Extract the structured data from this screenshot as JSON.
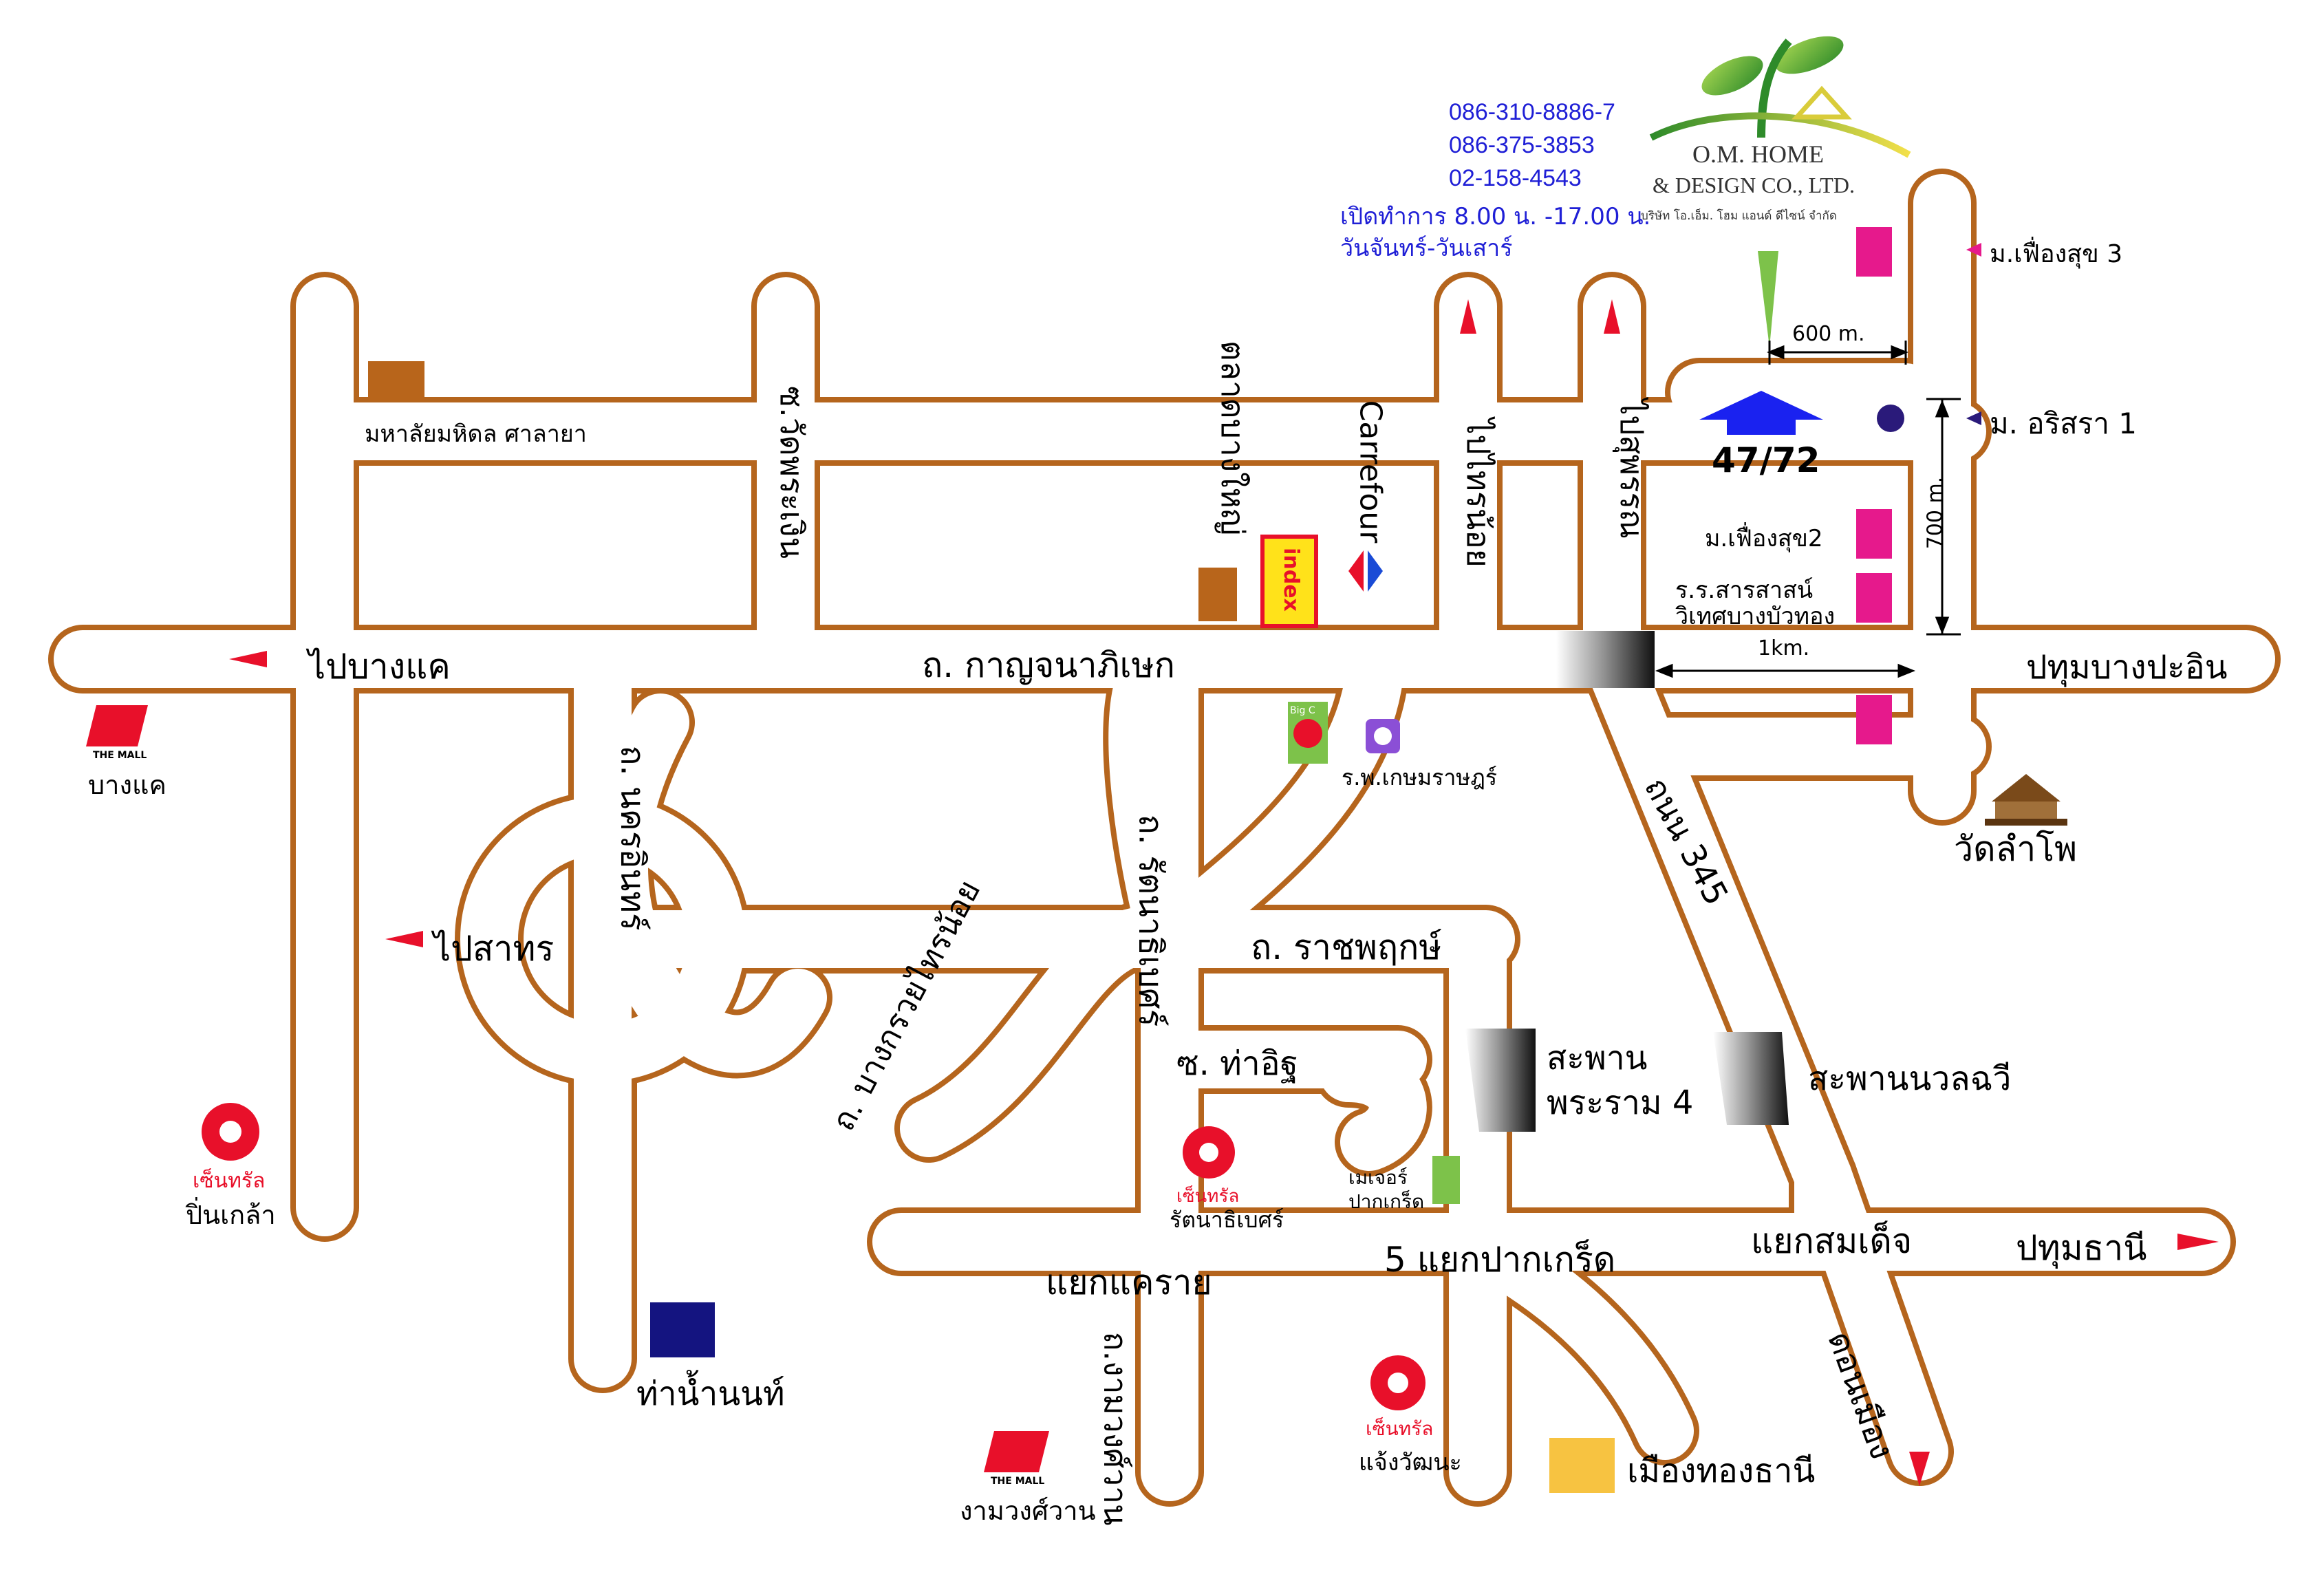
{
  "company": {
    "name_line1": "O.M. HOME",
    "name_line2": "& DESIGN CO., LTD.",
    "name_th": "บริษัท โอ.เอ็ม. โฮม แอนด์ ดีไซน์ จำกัด",
    "phones": [
      "086-310-8886-7",
      "086-375-3853",
      "02-158-4543"
    ],
    "hours": "เปิดทำการ 8.00 น. -17.00 น.",
    "days": "วันจันทร์-วันเสาร์",
    "address_no": "47/72"
  },
  "distances": {
    "d600": "600 m.",
    "d700": "700 m.",
    "d1km": "1km."
  },
  "roads": {
    "kanchana": "ถ. กาญจนาภิเษก",
    "ratchaphruek": "ถ. ราชพฤกษ์",
    "ratthanathibet": "ถ. รัตนาธิเบศร์",
    "nakhon_in": "ถ. นครอินทร์",
    "bang_kruai": "ถ. บางกรวยไทรน้อย",
    "tha_it": "ซ. ท่าอิฐ",
    "wat_phra_ngoen": "ซ.วัดพระเงิน",
    "hwy345": "ถนน 345",
    "ngamwongwan": "ถ.งามวงศ์วาน",
    "to_bang_khae": "ไปบางแค",
    "to_sakhon": "ไปสาทร",
    "to_sainoi": "ไปไทรน้อย",
    "to_suphan": "ไปสุพรรณ",
    "pathum_bangpa_in": "ปทุมบางปะอิน",
    "pathum_thani": "ปทุมธานี",
    "don_mueang": "ดอนเมือง",
    "yaek_khae_rai": "แยกแคราย",
    "five_yaek_pakkret": "5 แยกปากเกร็ด",
    "yaek_somdet": "แยกสมเด็จ"
  },
  "bridges": {
    "rama4_line1": "สะพาน",
    "rama4_line2": "พระราม 4",
    "nonthaburi": "สะพานนวลฉวี"
  },
  "landmarks": {
    "mahidol": "มหาลัยมหิดล ศาลายา",
    "talat_bang_yai": "ตลาดบางใหญ่",
    "carrefour": "Carrefour",
    "index": "index",
    "big_c": "Big C",
    "kasemrad": "ร.พ.เกษมราษฎร์",
    "mall_bangkhae_brand": "THE MALL",
    "mall_bangkhae": "บางแค",
    "central_pinklao_brand": "เซ็นทรัล",
    "central_pinklao": "ปิ่นเกล้า",
    "central_ratthana_brand": "เซ็นทรัล",
    "central_ratthana": "รัตนาธิเบศร์",
    "major_line1": "เมเจอร์",
    "major_line2": "ปากเกร็ด",
    "central_chaeng_brand": "เซ็นทรัล",
    "central_chaeng": "แจ้งวัฒนะ",
    "mall_ngam_brand": "THE MALL",
    "mall_ngam": "งามวงศ์วาน",
    "tha_nam_non": "ท่าน้ำนนท์",
    "muang_thong": "เมืองทองธานี",
    "wat_lam_pho": "วัดลำโพ",
    "mu_fueangsuk3": "ม.เฟื่องสุข 3",
    "mu_irisara1": "ม. อริสรา 1",
    "mu_fueangsuk2": "ม.เฟื่องสุข2",
    "school_line1": "ร.ร.สารสาสน์",
    "school_line2": "วิเทศบางบัวทอง"
  },
  "colors": {
    "road_fill": "#ffffff",
    "road_edge": "#b5651d",
    "arrow_red": "#e8102a",
    "arrow_blue": "#1a22f0",
    "pink": "#e6198c",
    "brown": "#b8651b",
    "navy": "#141480",
    "yellow": "#f7c341",
    "green": "#7dc24a",
    "blue_text": "#1f1fd6"
  },
  "icons": [
    "left-arrow-icon",
    "up-arrow-icon",
    "down-arrow-icon",
    "right-arrow-icon",
    "house-arrow-icon",
    "sun-emblem-icon",
    "mall-logo-icon",
    "temple-icon",
    "hospital-icon",
    "carrefour-icon",
    "leaf-logo-icon"
  ]
}
